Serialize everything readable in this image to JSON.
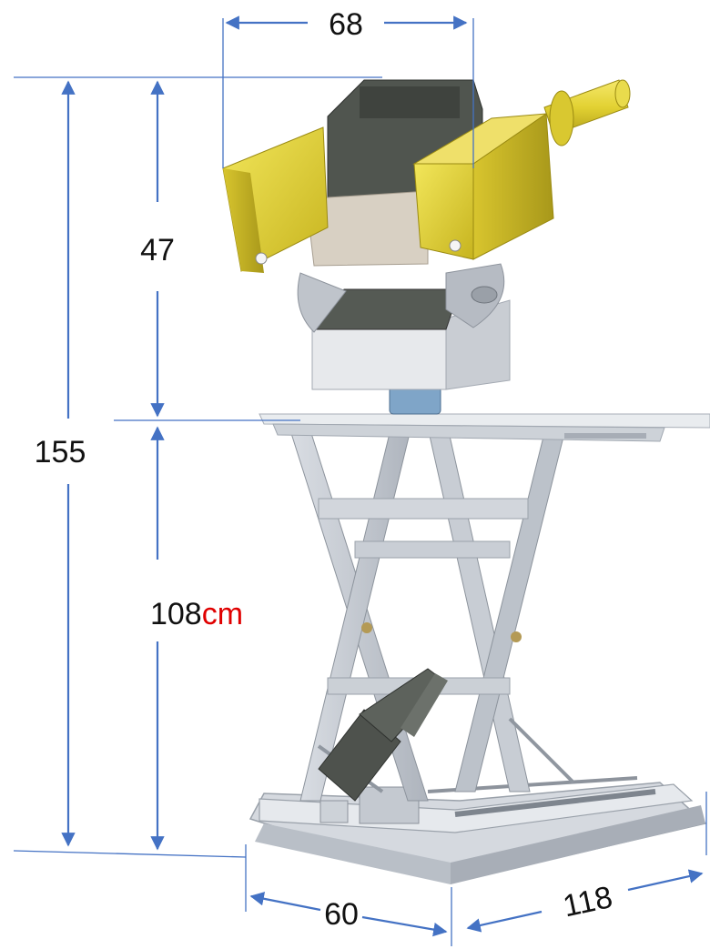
{
  "dimensions": {
    "top_width": {
      "value": "68"
    },
    "head_height": {
      "value": "47"
    },
    "total_height": {
      "value": "155"
    },
    "table_height": {
      "value": "108",
      "unit": "cm"
    },
    "base_width": {
      "value": "60"
    },
    "base_length": {
      "value": "118"
    }
  },
  "colors": {
    "dimension_line": "#4472C4",
    "unit_text": "#E00000",
    "label_text": "#111111",
    "instrument_yellow": "#E3D33A",
    "frame_grey": "#C9CED6",
    "dark_body": "#4E524D"
  }
}
